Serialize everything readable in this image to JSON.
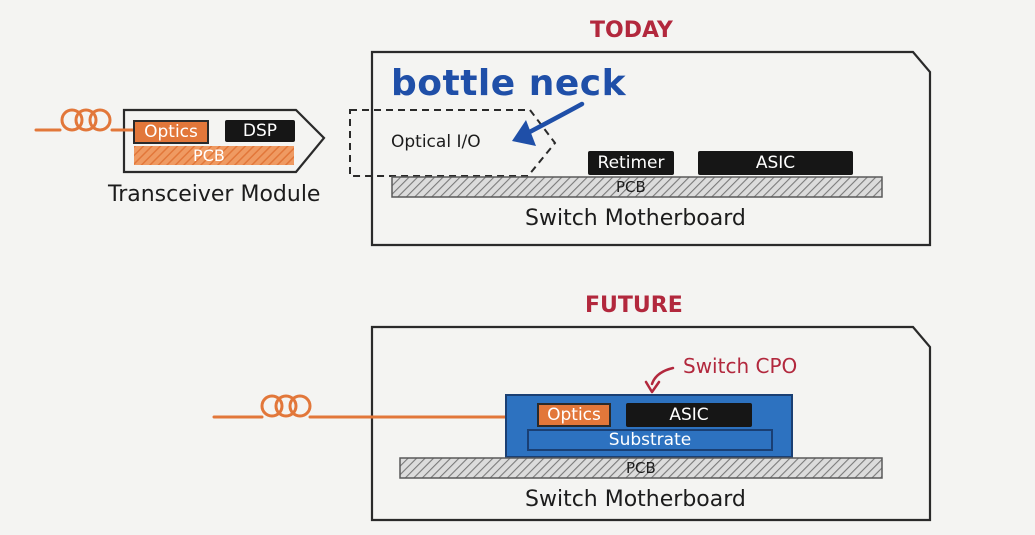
{
  "labels": {
    "today": "TODAY",
    "future": "FUTURE",
    "transceiver_module": "Transceiver Module",
    "bottle_neck": "bottle neck",
    "optical_io": "Optical I/O",
    "switch_motherboard": "Switch Motherboard",
    "switch_cpo": "Switch CPO"
  },
  "today": {
    "transceiver": {
      "optics": "Optics",
      "dsp": "DSP",
      "pcb": "PCB"
    },
    "motherboard": {
      "retimer": "Retimer",
      "asic": "ASIC",
      "pcb": "PCB"
    }
  },
  "future": {
    "optics": "Optics",
    "asic": "ASIC",
    "substrate": "Substrate",
    "pcb": "PCB"
  },
  "colors": {
    "heading_red": "#b2283d",
    "fiber_orange": "#e2773a",
    "chip_black": "#161616",
    "cpo_blue": "#2d72c0",
    "bottleneck_blue": "#1f4fa8"
  }
}
